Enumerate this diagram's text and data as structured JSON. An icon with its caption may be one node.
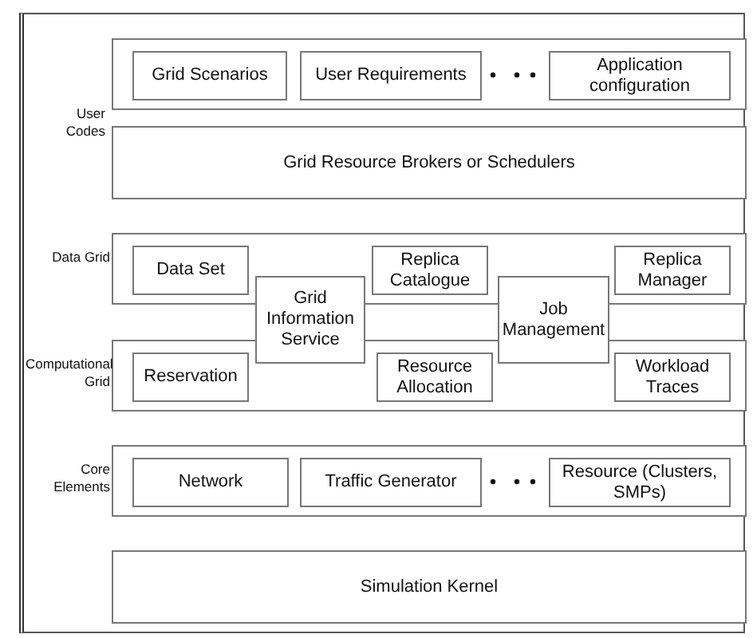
{
  "diagram": {
    "nodes": [
      {
        "text": [],
        "shape": "box"
      },
      {
        "text": [
          "Grid Scenarios"
        ],
        "in": 0
      },
      {
        "text": [
          "User Requirements"
        ],
        "in": 0
      },
      {
        "text": [
          "Application configuration"
        ],
        "in": 0
      },
      {
        "text": [
          "Grid Resource Brokers or Schedulers"
        ]
      },
      {
        "text": [
          "Data Grid"
        ]
      },
      {
        "text": [
          "Data Set"
        ],
        "in": 5
      },
      {
        "text": [
          "Replica Catalogue"
        ],
        "in": 5
      },
      {
        "text": [
          "Replica Manager"
        ],
        "in": 5
      },
      {
        "text": [
          "Grid Information Service"
        ]
      },
      {
        "text": [
          "Job Management"
        ]
      },
      {
        "text": [
          "Computational Grid"
        ]
      },
      {
        "text": [
          "Reservation"
        ],
        "in": 11
      },
      {
        "text": [
          "Resource Allocation"
        ],
        "in": 11
      },
      {
        "text": [
          "Workload Traces"
        ],
        "in": 11
      },
      {
        "text": [
          "Core Elements"
        ]
      },
      {
        "text": [
          "Network"
        ],
        "in": 15
      },
      {
        "text": [
          "Traffic Generator"
        ],
        "in": 15
      },
      {
        "text": [
          "Resource (Clusters, SMPs)"
        ],
        "in": 15
      },
      {
        "text": [
          "Simulation Kernel"
        ]
      }
    ],
    "edges": [],
    "labels": [
      "User Codes"
    ]
  }
}
